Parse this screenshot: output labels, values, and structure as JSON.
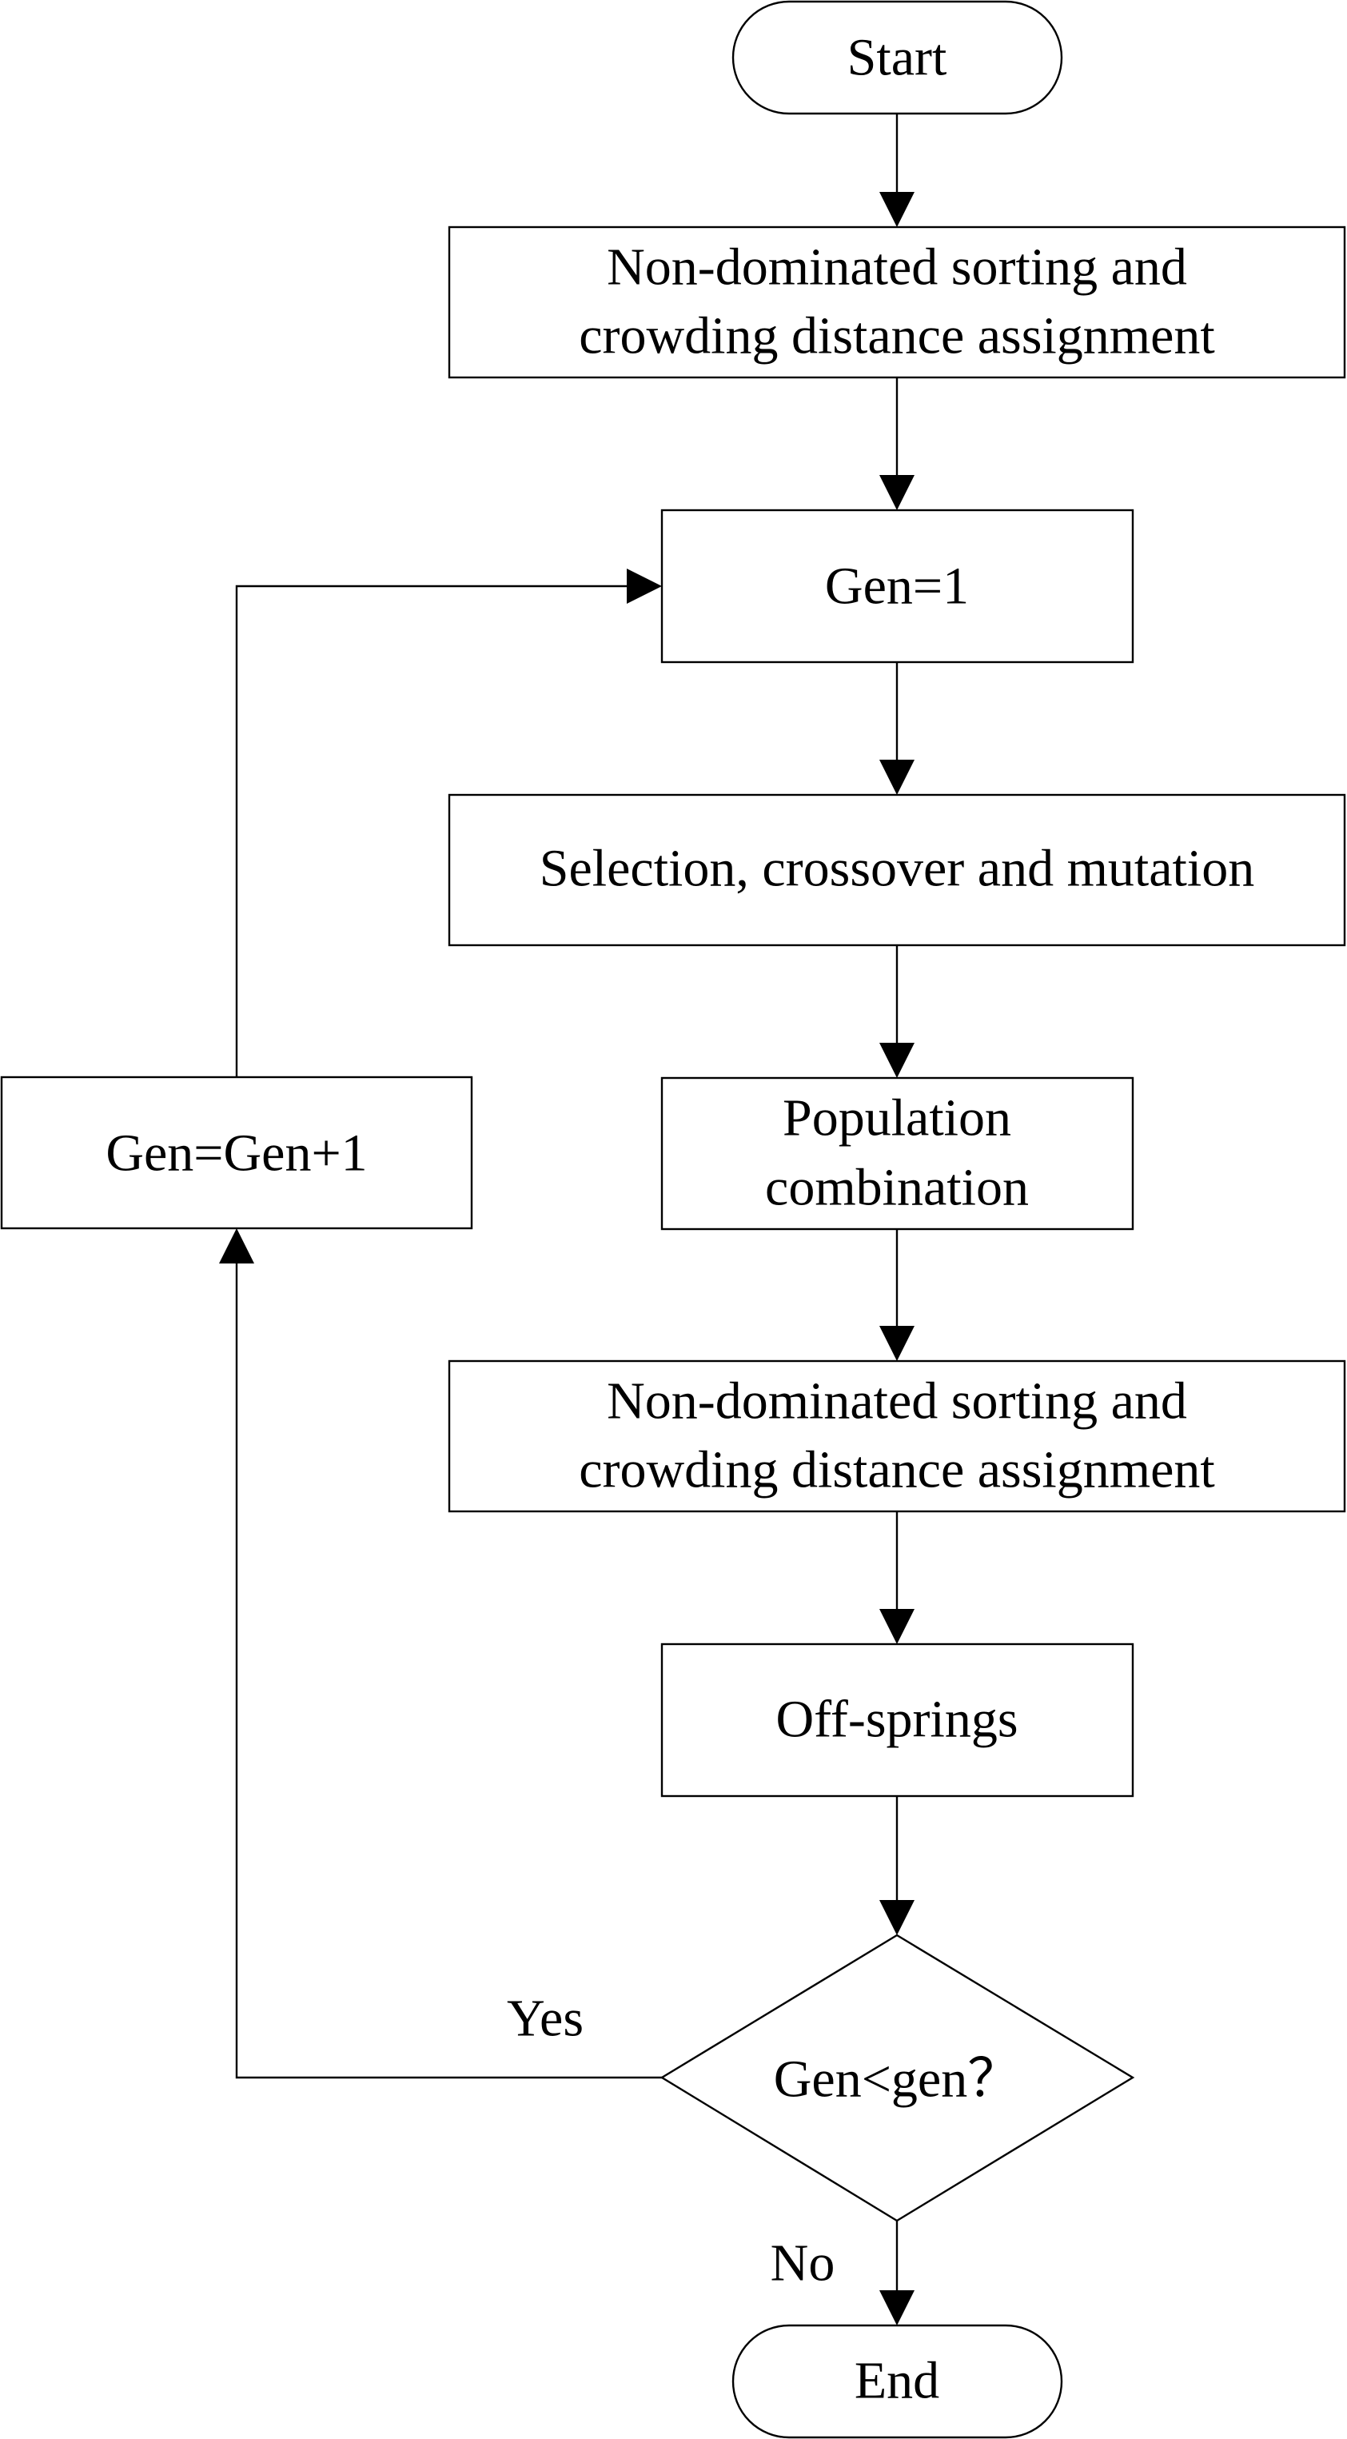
{
  "nodes": {
    "start": {
      "label": "Start"
    },
    "init_sort": {
      "lines": [
        "Non-dominated sorting and",
        "crowding distance assignment"
      ]
    },
    "gen_init": {
      "label": "Gen=1"
    },
    "genetic_ops": {
      "label": "Selection, crossover and mutation"
    },
    "pop_combine": {
      "lines": [
        "Population",
        "combination"
      ]
    },
    "sort": {
      "lines": [
        "Non-dominated sorting and",
        "crowding distance assignment"
      ]
    },
    "offsprings": {
      "label": "Off-springs"
    },
    "decision": {
      "label": "Gen<gen？"
    },
    "gen_increment": {
      "label": "Gen=Gen+1"
    },
    "end": {
      "label": "End"
    }
  },
  "edges": {
    "yes_label": "Yes",
    "no_label": "No"
  },
  "colors": {
    "stroke": "#000000",
    "fill": "#ffffff",
    "text": "#000000"
  }
}
